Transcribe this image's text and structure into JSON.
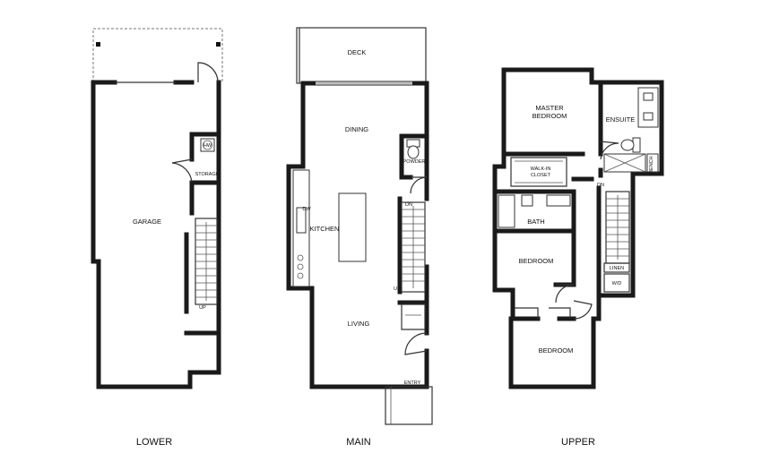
{
  "floors": {
    "lower": {
      "label": "LOWER",
      "rooms": {
        "garage": "GARAGE",
        "storage": "STORAGE",
        "hw": "HW"
      },
      "stair": {
        "up": "UP"
      }
    },
    "main": {
      "label": "MAIN",
      "rooms": {
        "deck": "DECK",
        "dining": "DINING",
        "kitchen": "KITCHEN",
        "powder": "POWDER",
        "living": "LIVING",
        "entry": "ENTRY",
        "dw": "DW"
      },
      "stair": {
        "dn": "DN",
        "up": "UP"
      }
    },
    "upper": {
      "label": "UPPER",
      "rooms": {
        "master_line1": "MASTER",
        "master_line2": "BEDROOM",
        "ensuite": "ENSUITE",
        "walkin_line1": "WALK-IN",
        "walkin_line2": "CLOSET",
        "bath": "BATH",
        "bedroom1": "BEDROOM",
        "bedroom2": "BEDROOM",
        "linen": "LINEN",
        "wd": "W/D",
        "bench": "BENCH"
      },
      "stair": {
        "dn": "DN"
      }
    }
  }
}
